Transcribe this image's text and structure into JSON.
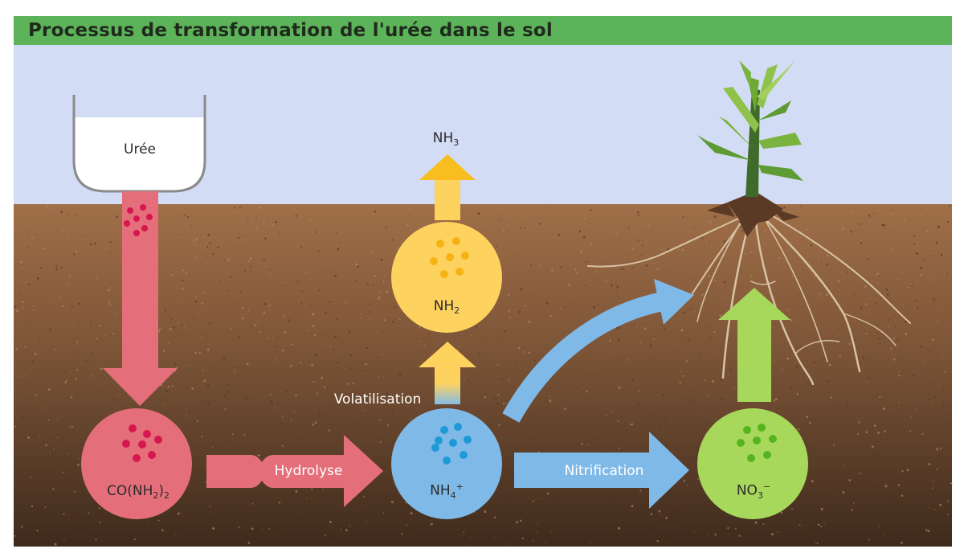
{
  "title": "Processus de transformation de l'urée dans le sol",
  "nodes": {
    "uree": {
      "label": "Urée"
    },
    "urea_formula": {
      "pre": "CO(NH",
      "sub": "2",
      "mid": ")",
      "sub2": "2"
    },
    "nh4": {
      "base": "NH",
      "sub": "4",
      "sup": "+"
    },
    "nh2": {
      "base": "NH",
      "sub": "2"
    },
    "nh3": {
      "base": "NH",
      "sub": "3"
    },
    "no3": {
      "base": "NO",
      "sub": "3",
      "sup": "−"
    }
  },
  "processes": {
    "hydrolyse": "Hydrolyse",
    "nitrification": "Nitrification",
    "volatilisation": "Volatilisation"
  },
  "colors": {
    "title_bar": "#5db35a",
    "sky": "#d3dcf5",
    "soil": "#8a5f3d",
    "urea": "#e46f7a",
    "urea_dots": "#d6164f",
    "ammonium": "#7fb9e8",
    "ammonium_dots": "#1d9ad6",
    "volatile": "#fed25f",
    "volatile_dots": "#f6b214",
    "nitrate": "#a7d85b",
    "nitrate_dots": "#56b41f"
  }
}
